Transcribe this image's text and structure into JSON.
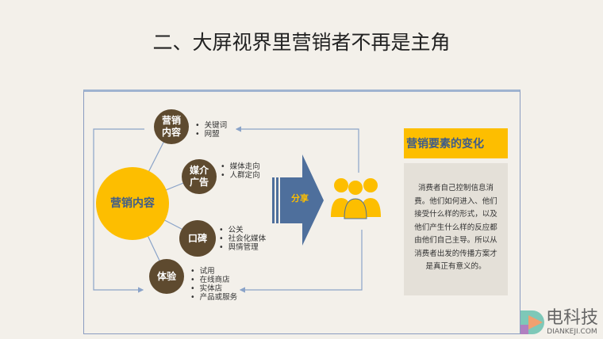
{
  "title": "二、大屏视界里营销者不再是主角",
  "center": "营销内容",
  "nodes": [
    {
      "label": "营销内容",
      "bullets": [
        "关键词",
        "网盟"
      ]
    },
    {
      "label": "媒介广告",
      "bullets": [
        "媒体走向",
        "人群定向"
      ]
    },
    {
      "label": "口碑",
      "bullets": [
        "公关",
        "社会化媒体",
        "舆情管理"
      ]
    },
    {
      "label": "体验",
      "bullets": [
        "试用",
        "在线商店",
        "实体店",
        "产品或服务"
      ]
    }
  ],
  "arrow_label": "分享",
  "panel": {
    "heading": "营销要素的变化",
    "body": "消费者自己控制信息消费。他们如何进入、他们接受什么样的形式，以及他们产生什么样的反应都由他们自己主导。所以从消费者出发的传播方案才是真正有意义的。"
  },
  "watermark": {
    "name": "电科技",
    "url": "DIANKEJI.COM"
  },
  "colors": {
    "yellow": "#fdbe00",
    "brown": "#5e4a2f",
    "blue": "#4e6f9c"
  }
}
